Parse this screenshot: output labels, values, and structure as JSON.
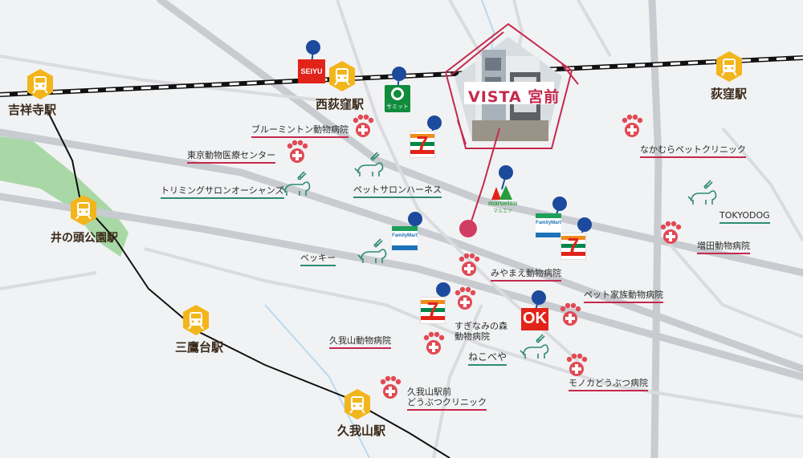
{
  "property": {
    "name": "VISTA 宮前"
  },
  "stations": [
    {
      "id": "kichijoji",
      "name": "吉祥寺駅"
    },
    {
      "id": "nishiogikubo",
      "name": "西荻窪駅"
    },
    {
      "id": "ogikubo",
      "name": "荻窪駅"
    },
    {
      "id": "inokashira",
      "name": "井の頭公園駅"
    },
    {
      "id": "mitakadai",
      "name": "三鷹台駅"
    },
    {
      "id": "kugayama",
      "name": "久我山駅"
    }
  ],
  "places": {
    "bloomington": "ブルーミントン動物病院",
    "tokyo_iryo": "東京動物医療センター",
    "trimming_oceans": "トリミングサロンオーシャンズ",
    "pet_salon_harness": "ペットサロンハーネス",
    "nakamura": "なかむらペットクリニック",
    "tokyodog": "TOKYODOG",
    "masuda": "増田動物病院",
    "becky": "ベッキー",
    "miyamae": "みやまえ動物病院",
    "pet_kazoku": "ペット家族動物病院",
    "suginami_l1": "すぎなみの森",
    "suginami_l2": "動物病院",
    "kugayama_hosp": "久我山動物病院",
    "nekobeya": "ねこべや",
    "monoka": "モノカどうぶつ病院",
    "kugayama_ekimae_l1": "久我山駅前",
    "kugayama_ekimae_l2": "どうぶつクリニック"
  },
  "logos": {
    "seiyu": "SEIYU",
    "summit": "サミット",
    "maruetsu": "maruetsu",
    "maruetsu_kana": "マルエツ",
    "familymart": "FamilyMart",
    "seven": "7",
    "ok": "OK"
  },
  "colors": {
    "accent": "#c4294d",
    "station": "#f2b51c",
    "pin": "#1c4a9c",
    "salon": "#2e8b72",
    "hospital": "#e04a55"
  },
  "icons": {
    "station": "train-icon",
    "hospital": "paw-cross-icon",
    "salon": "dog-grooming-icon",
    "pin": "map-pin-icon"
  }
}
